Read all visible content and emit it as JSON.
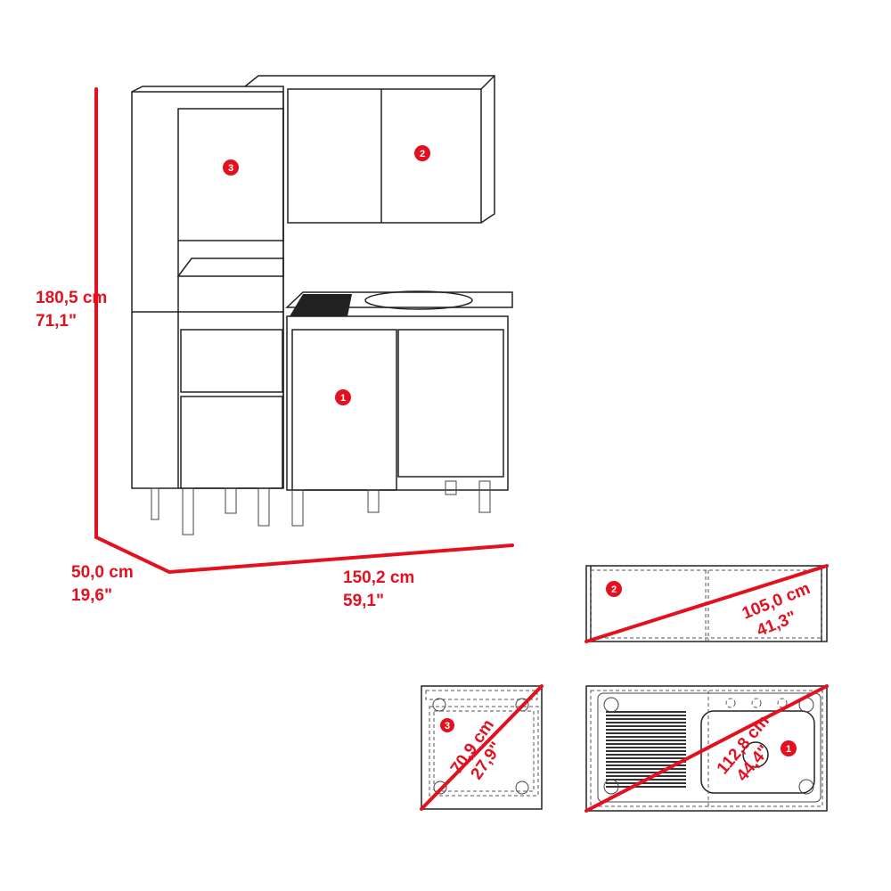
{
  "colors": {
    "accent": "#e3101f",
    "line": "#222222"
  },
  "dimensions": {
    "height": {
      "cm": "180,5 cm",
      "in": "71,1\""
    },
    "depth": {
      "cm": "50,0 cm",
      "in": "19,6\""
    },
    "width": {
      "cm": "150,2 cm",
      "in": "59,1\""
    }
  },
  "parts": [
    {
      "number": "1",
      "diagonal_cm": "112,8 cm",
      "diagonal_in": "44,4\""
    },
    {
      "number": "2",
      "diagonal_cm": "105,0 cm",
      "diagonal_in": "41,3\""
    },
    {
      "number": "3",
      "diagonal_cm": "70,9 cm",
      "diagonal_in": "27,9\""
    }
  ]
}
